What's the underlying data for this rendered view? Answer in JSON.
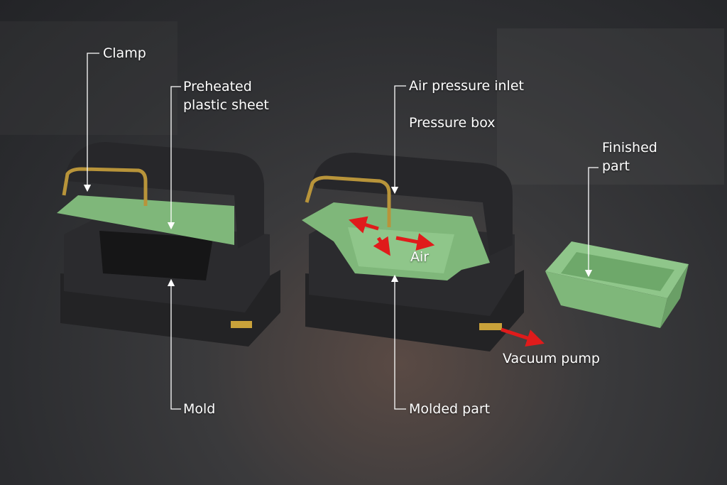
{
  "labels": {
    "clamp": "Clamp",
    "sheet_line1": "Preheated",
    "sheet_line2": "plastic sheet",
    "mold": "Mold",
    "air_inlet": "Air pressure inlet",
    "pressure_box": "Pressure box",
    "air": "Air",
    "molded_part": "Molded part",
    "vacuum_pump": "Vacuum pump",
    "finished_line1": "Finished",
    "finished_line2": "part"
  },
  "colors": {
    "plastic": "#7fb77a",
    "mold": "#2a2a2c",
    "brass": "#b8943a",
    "arrow": "#e01b1b"
  }
}
